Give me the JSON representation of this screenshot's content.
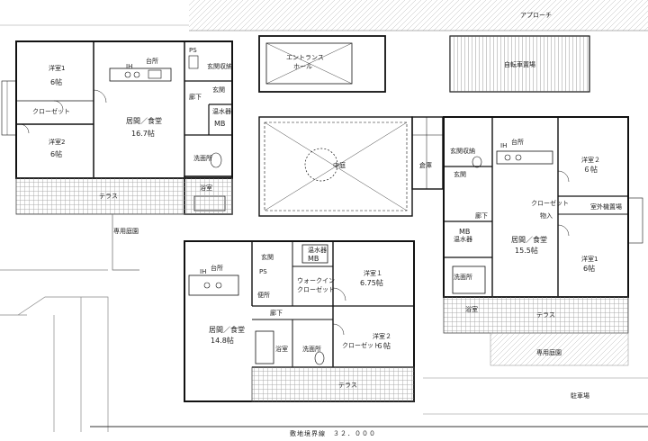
{
  "title": "敷地境界線　３２．０００",
  "approach": "アプローチ",
  "unit_a": {
    "bed1": "洋室1",
    "bed1_size": "6帖",
    "closet": "クローゼット",
    "bed2": "洋室2",
    "bed2_size": "6帖",
    "kitchen_ih": "IH",
    "kitchen": "台所",
    "living": "居間／食堂",
    "living_size": "16.7帖",
    "wic": "玄関収納",
    "entry": "玄関",
    "hall": "廊下",
    "mb": "MB",
    "water": "温水器",
    "wash": "洗面所",
    "bath": "浴室",
    "terrace": "テラス",
    "garden": "専用庭園",
    "ps": "PS"
  },
  "center": {
    "entrance_hall": "エントランス",
    "entrance_hall2": "ホール",
    "courtyard": "中庭",
    "parking": "自転車置場",
    "storage": "倉庫"
  },
  "unit_b": {
    "kitchen_ih": "IH",
    "kitchen": "台所",
    "living": "居間／食堂",
    "living_size": "14.8帖",
    "entry": "玄関",
    "wic": "ウォークイン",
    "wic2": "クローゼット",
    "mb": "MB",
    "water": "温水器",
    "bed1": "洋室１",
    "bed1_size": "6.75帖",
    "bed2": "洋室２",
    "bed2_size": "６帖",
    "closet": "クローゼット",
    "hall": "廊下",
    "wash": "洗面所",
    "bath": "浴室",
    "toilet": "便所",
    "terrace": "テラス",
    "ps": "PS"
  },
  "unit_c": {
    "entry_storage": "玄関収納",
    "kitchen_ih": "IH",
    "kitchen": "台所",
    "entry": "玄関",
    "hall": "廊下",
    "living": "居間／食堂",
    "living_size": "15.5帖",
    "closet": "クローゼット",
    "storage": "物入",
    "bed2": "洋室２",
    "bed2_size": "６帖",
    "bed1": "洋室1",
    "bed1_size": "6帖",
    "mb": "MB",
    "water": "温水器",
    "wash": "洗面所",
    "bath": "浴室",
    "terrace": "テラス",
    "garden": "専用庭園",
    "parking": "駐車場",
    "outdoor_unit": "室外機置場"
  }
}
